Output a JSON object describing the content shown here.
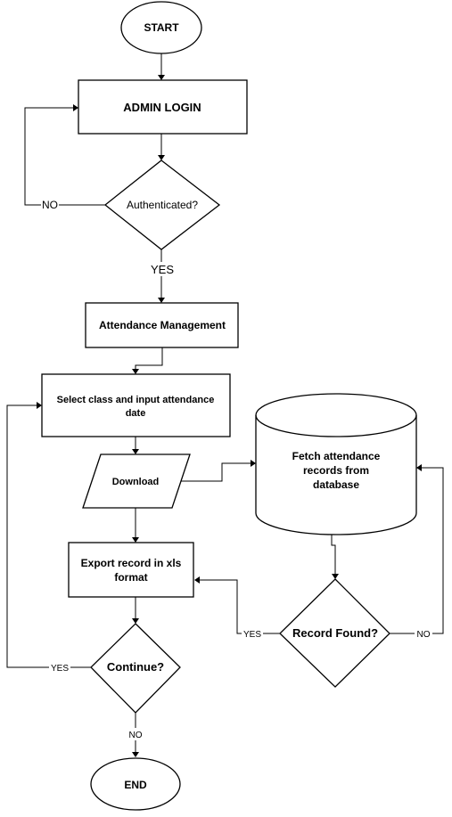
{
  "nodes": {
    "start": "START",
    "admin_login": "ADMIN LOGIN",
    "authenticated": "Authenticated?",
    "attendance_management": "Attendance Management",
    "select_class": [
      "Select class and input attendance",
      "date"
    ],
    "download": "Download",
    "fetch_records": [
      "Fetch attendance",
      "records from",
      "database"
    ],
    "export_record": [
      "Export record in xls",
      "format"
    ],
    "record_found": "Record Found?",
    "continue": "Continue?",
    "end": "END"
  },
  "edge_labels": {
    "auth_no": "NO",
    "auth_yes": "YES",
    "record_yes": "YES",
    "record_no": "NO",
    "continue_yes": "YES",
    "continue_no": "NO"
  }
}
